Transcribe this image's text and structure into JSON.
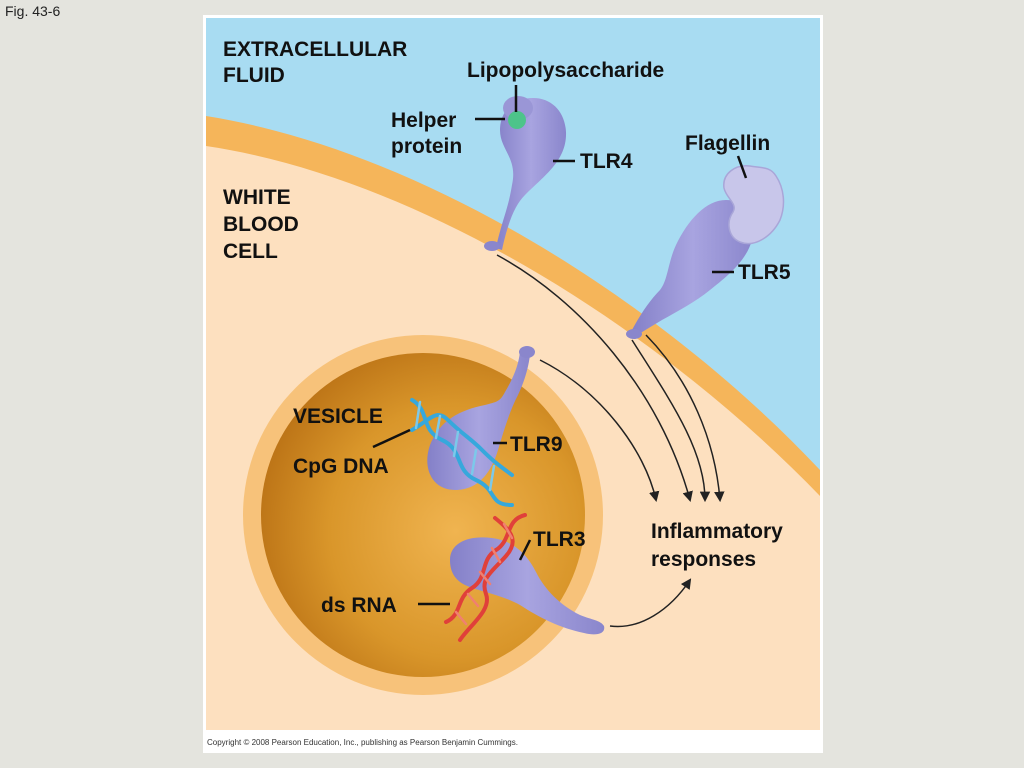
{
  "figure_label": "Fig. 43-6",
  "labels": {
    "extracellular": [
      "EXTRACELLULAR",
      "FLUID"
    ],
    "lipopolysaccharide": "Lipopolysaccharide",
    "helper_protein": [
      "Helper",
      "protein"
    ],
    "tlr4": "TLR4",
    "flagellin": "Flagellin",
    "white_blood_cell": [
      "WHITE",
      "BLOOD",
      "CELL"
    ],
    "tlr5": "TLR5",
    "vesicle": "VESICLE",
    "tlr9": "TLR9",
    "cpg_dna": "CpG DNA",
    "tlr3": "TLR3",
    "inflammatory": [
      "Inflammatory",
      "responses"
    ],
    "ds_rna": "ds RNA"
  },
  "copyright": "Copyright © 2008 Pearson Education, Inc., publishing as Pearson Benjamin Cummings.",
  "colors": {
    "extracellular_fluid": "#a8dcf2",
    "cell_membrane": "#f5b55a",
    "cytoplasm": "#fde0bf",
    "vesicle_inner": "#d99628",
    "receptor": "#9a96d6",
    "flagellin": "#c8c6ea",
    "helper_protein": "#4dc48a",
    "dna": "#36a8dc",
    "rna": "#e0403a"
  }
}
